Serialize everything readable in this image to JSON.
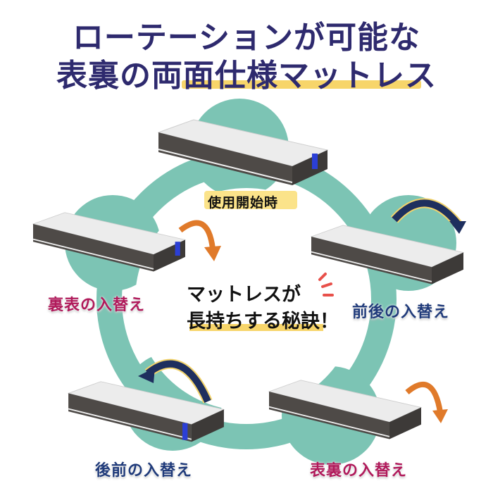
{
  "title": {
    "line1": "ローテーションが可能な",
    "line2": "表裏の両面仕様マットレス"
  },
  "center_message": {
    "line1": "マットレスが",
    "line2": "長持ちする秘訣！"
  },
  "steps": [
    {
      "label": "使用開始時",
      "color": "#111111",
      "arrow": "none"
    },
    {
      "label": "前後の入替え",
      "color": "#1f3a7a",
      "arrow": "navy"
    },
    {
      "label": "表裏の入替え",
      "color": "#b0195a",
      "arrow": "orange"
    },
    {
      "label": "後前の入替え",
      "color": "#1f3a7a",
      "arrow": "navy"
    },
    {
      "label": "裏表の入替え",
      "color": "#b0195a",
      "arrow": "orange"
    }
  ],
  "colors": {
    "title": "#2e2a6e",
    "highlight": "#f7d56a",
    "ring": "#7cc4b4",
    "orange_arrow": "#e07a2a",
    "navy_arrow": "#1e2f5e",
    "accent_marks": "#e8504a"
  }
}
